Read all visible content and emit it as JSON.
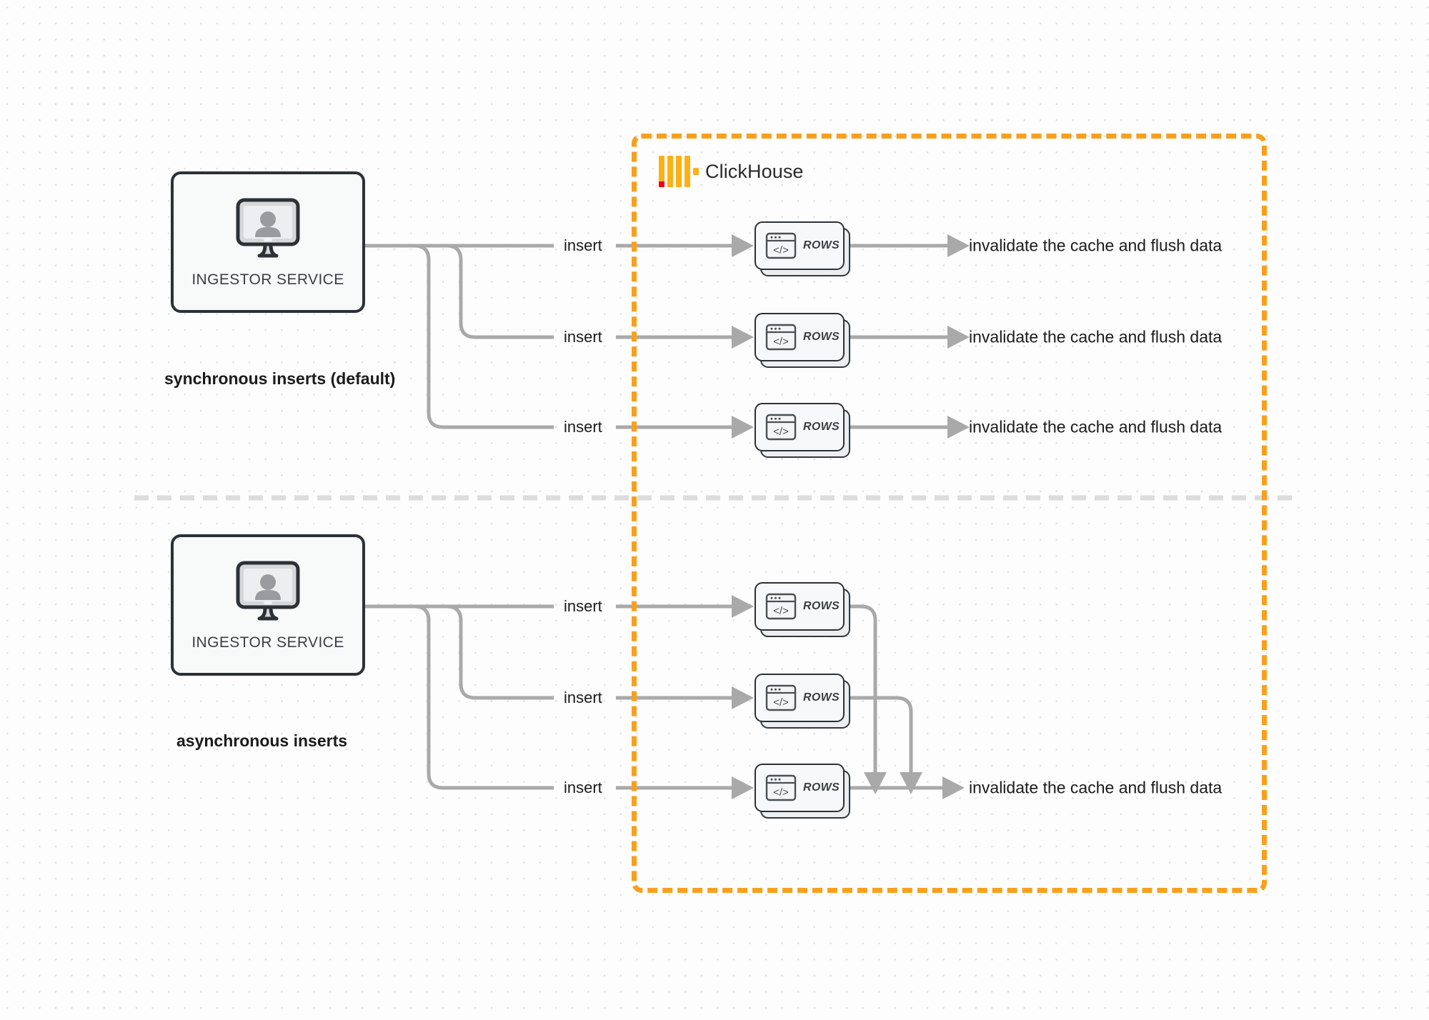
{
  "diagram": {
    "title": "ClickHouse synchronous vs asynchronous inserts",
    "background": {
      "style": "dot-grid",
      "dot_color": "#e3e1e1",
      "page_color": "#fdfdfd"
    },
    "colors": {
      "accent_orange": "#f8a01c",
      "logo_yellow": "#fbb116",
      "logo_red": "#ef0013",
      "wire_gray": "#a9a9a9",
      "box_border": "#2c3135",
      "box_fill": "#f8f9f9",
      "text_dark": "#1b1b1b"
    }
  },
  "clickhouse_region": {
    "label": "ClickHouse",
    "logo_name": "clickhouse-logo",
    "border_style": "dashed",
    "border_color": "#f8a01c"
  },
  "sections": [
    {
      "id": "sync",
      "caption": "synchronous inserts (default)",
      "service": {
        "label": "INGESTOR SERVICE",
        "icon": "monitor-user-icon"
      },
      "flows": [
        {
          "edge_label": "insert",
          "node_label": "ROWS",
          "result_label": "invalidate the cache and flush data"
        },
        {
          "edge_label": "insert",
          "node_label": "ROWS",
          "result_label": "invalidate the cache and flush data"
        },
        {
          "edge_label": "insert",
          "node_label": "ROWS",
          "result_label": "invalidate the cache and flush data"
        }
      ]
    },
    {
      "id": "async",
      "caption": "asynchronous inserts",
      "service": {
        "label": "INGESTOR SERVICE",
        "icon": "monitor-user-icon"
      },
      "flows": [
        {
          "edge_label": "insert",
          "node_label": "ROWS"
        },
        {
          "edge_label": "insert",
          "node_label": "ROWS"
        },
        {
          "edge_label": "insert",
          "node_label": "ROWS"
        }
      ],
      "merged_result_label": "invalidate the cache and flush data"
    }
  ]
}
